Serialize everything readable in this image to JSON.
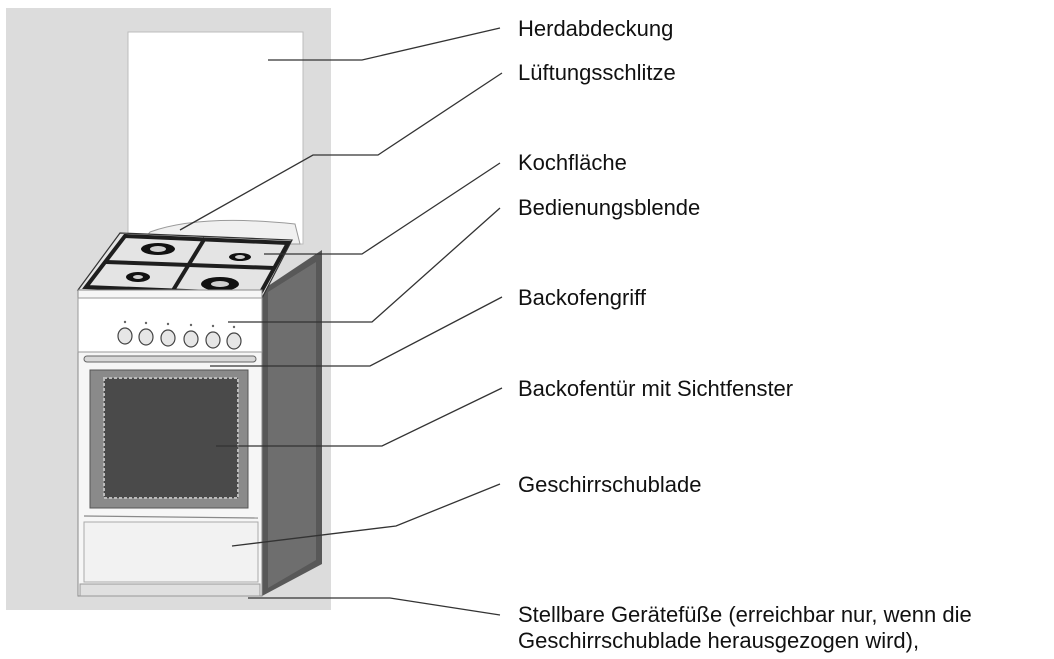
{
  "labels": {
    "cover": "Herdabdeckung",
    "vents": "Lüftungsschlitze",
    "hob": "Kochfläche",
    "panel": "Bedienungsblende",
    "handle": "Backofengriff",
    "door": "Backofentür mit Sichtfenster",
    "drawer": "Geschirrschublade",
    "feet_line1": "Stellbare Gerätefüße (erreichbar nur, wenn die",
    "feet_line2": "Geschirrschublade herausgezogen wird),"
  }
}
